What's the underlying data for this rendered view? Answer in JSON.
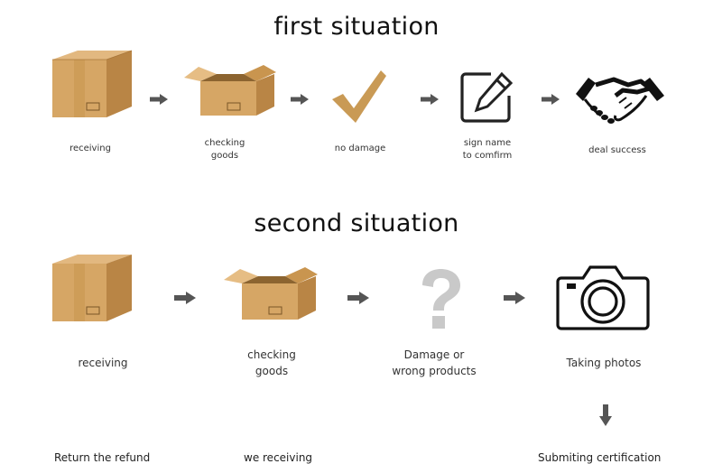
{
  "situations": [
    {
      "title": "first situation",
      "steps": [
        {
          "label_lines": [
            "receiving"
          ],
          "icon": "closed-box-icon"
        },
        {
          "label_lines": [
            "checking",
            "goods"
          ],
          "icon": "open-box-icon"
        },
        {
          "label_lines": [
            "no damage"
          ],
          "icon": "checkmark-icon"
        },
        {
          "label_lines": [
            "sign name",
            "to comfirm"
          ],
          "icon": "sign-edit-icon"
        },
        {
          "label_lines": [
            "deal success"
          ],
          "icon": "handshake-icon"
        }
      ]
    },
    {
      "title": "second situation",
      "steps": [
        {
          "label_lines": [
            "receiving"
          ],
          "icon": "closed-box-icon"
        },
        {
          "label_lines": [
            "checking",
            "goods"
          ],
          "icon": "open-box-icon"
        },
        {
          "label_lines": [
            "Damage or",
            "wrong products"
          ],
          "icon": "question-mark-icon"
        },
        {
          "label_lines": [
            "Taking photos"
          ],
          "icon": "camera-icon"
        }
      ],
      "next_row_labels": [
        "Return the refund",
        "we receiving",
        "Submiting certification"
      ]
    }
  ],
  "colors": {
    "box_light": "#d9ab6c",
    "box_mid": "#c8944f",
    "box_dark": "#a8763a",
    "check": "#c99a55",
    "arrow": "#555555",
    "question": "#c9c9c9"
  }
}
